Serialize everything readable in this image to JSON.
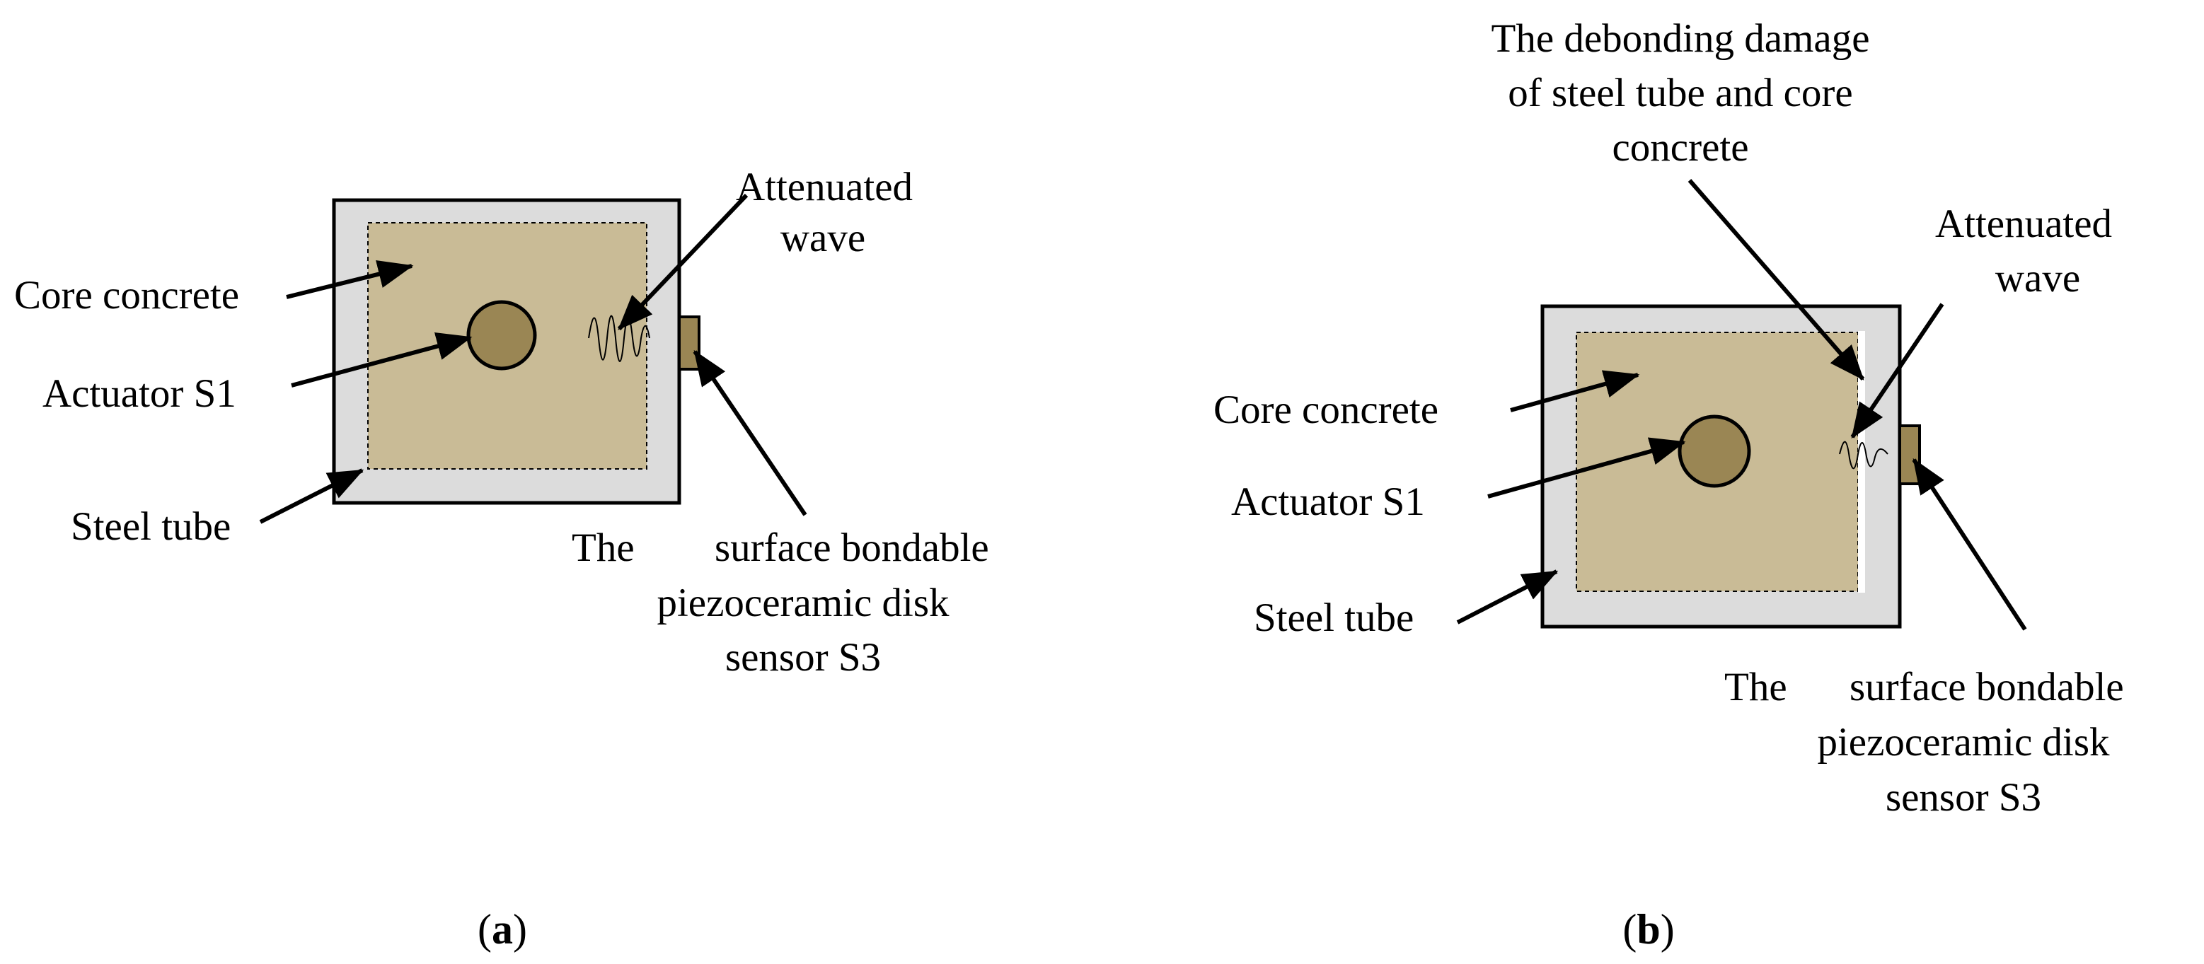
{
  "colors": {
    "steel_tube": "#dcdcdc",
    "core_concrete": "#c9bb96",
    "actuator": "#9a8654",
    "sensor": "#9a8654",
    "debond_gap": "#ffffff",
    "outline": "#000000"
  },
  "panel_a": {
    "attenuated_wave_line1": "Attenuated",
    "attenuated_wave_line2": "wave",
    "core_concrete": "Core concrete",
    "actuator": "Actuator S1",
    "steel_tube": "Steel tube",
    "sensor_line1_a": "The",
    "sensor_line1_b": "surface bondable",
    "sensor_line2": "piezoceramic disk",
    "sensor_line3": "sensor S3",
    "caption_open": "(",
    "caption_letter": "a",
    "caption_close": ")"
  },
  "panel_b": {
    "debonding_line1": "The debonding damage",
    "debonding_line2": "of steel tube and core",
    "debonding_line3": "concrete",
    "attenuated_wave_line1": "Attenuated",
    "attenuated_wave_line2": "wave",
    "core_concrete": "Core concrete",
    "actuator": "Actuator S1",
    "steel_tube": "Steel tube",
    "sensor_line1_a": "The",
    "sensor_line1_b": "surface bondable",
    "sensor_line2": "piezoceramic disk",
    "sensor_line3": "sensor S3",
    "caption_open": "(",
    "caption_letter": "b",
    "caption_close": ")"
  }
}
